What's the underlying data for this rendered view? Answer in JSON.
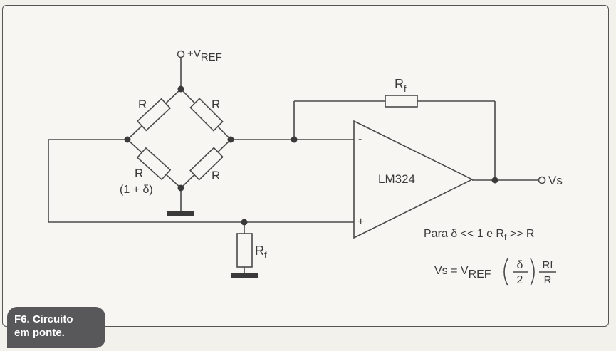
{
  "labels": {
    "vref_prefix": "+V",
    "vref_sub": "REF",
    "r": "R",
    "r_delta_factor": "(1 + δ)",
    "rf_main": "R",
    "rf_sub": "f",
    "opamp": "LM324",
    "minus": "-",
    "plus": "+",
    "vs": "Vs"
  },
  "formula": {
    "condition_prefix": "Para δ << 1 e R",
    "condition_sub": "f",
    "condition_suffix": " >> R",
    "eq_lhs": "Vs = V",
    "eq_sub": "REF",
    "frac_num": "δ",
    "frac_den": "2",
    "ratio_num": "Rf",
    "ratio_den": "R"
  },
  "caption": {
    "line1": "F6. Circuito",
    "line2": "em ponte."
  }
}
